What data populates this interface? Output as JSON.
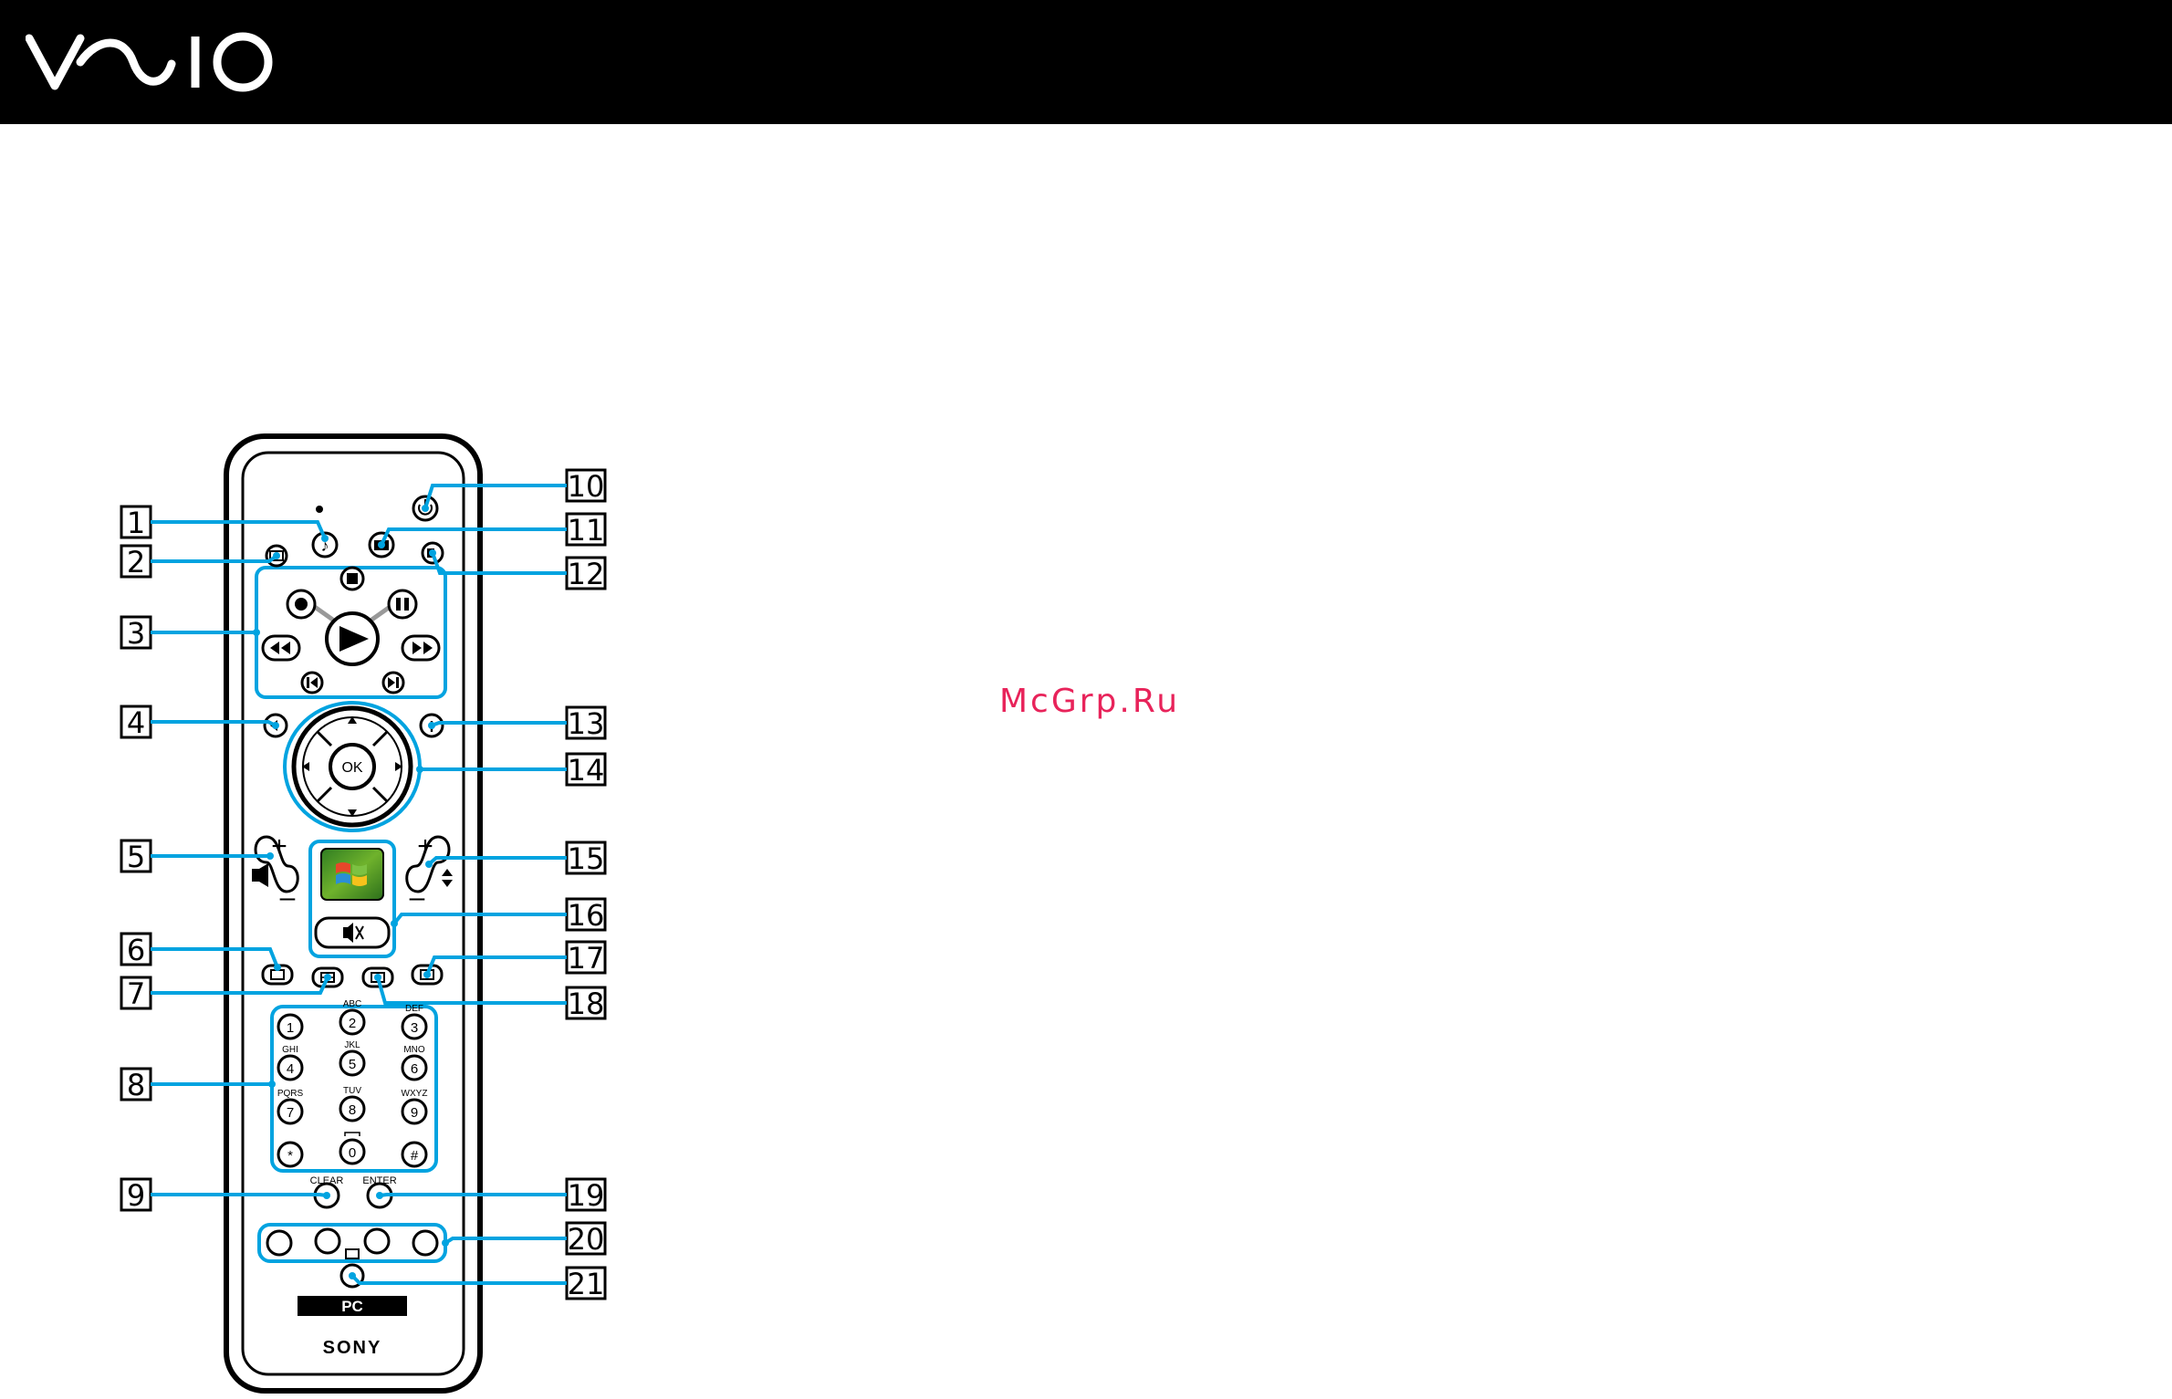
{
  "header": {
    "brand": "VAIO",
    "logo_icon": "vaio-logo"
  },
  "watermark": "McGrp.Ru",
  "remote": {
    "brand": "SONY",
    "pc_label": "PC",
    "ok_label": "OK",
    "clear_label": "CLEAR",
    "enter_label": "ENTER",
    "keypad": [
      {
        "digit": "1",
        "letters": ""
      },
      {
        "digit": "2",
        "letters": "ABC"
      },
      {
        "digit": "3",
        "letters": "DEF"
      },
      {
        "digit": "4",
        "letters": "GHI"
      },
      {
        "digit": "5",
        "letters": "JKL"
      },
      {
        "digit": "6",
        "letters": "MNO"
      },
      {
        "digit": "7",
        "letters": "PQRS"
      },
      {
        "digit": "8",
        "letters": "TUV"
      },
      {
        "digit": "9",
        "letters": "WXYZ"
      },
      {
        "digit": "*",
        "letters": ""
      },
      {
        "digit": "0",
        "letters": ""
      },
      {
        "digit": "#",
        "letters": ""
      }
    ],
    "callouts": [
      "1",
      "2",
      "3",
      "4",
      "5",
      "6",
      "7",
      "8",
      "9",
      "10",
      "11",
      "12",
      "13",
      "14",
      "15",
      "16",
      "17",
      "18",
      "19",
      "20",
      "21"
    ]
  },
  "colors": {
    "callout_line": "#00a3e0",
    "header_bg": "#000000",
    "watermark": "#e8235a"
  }
}
